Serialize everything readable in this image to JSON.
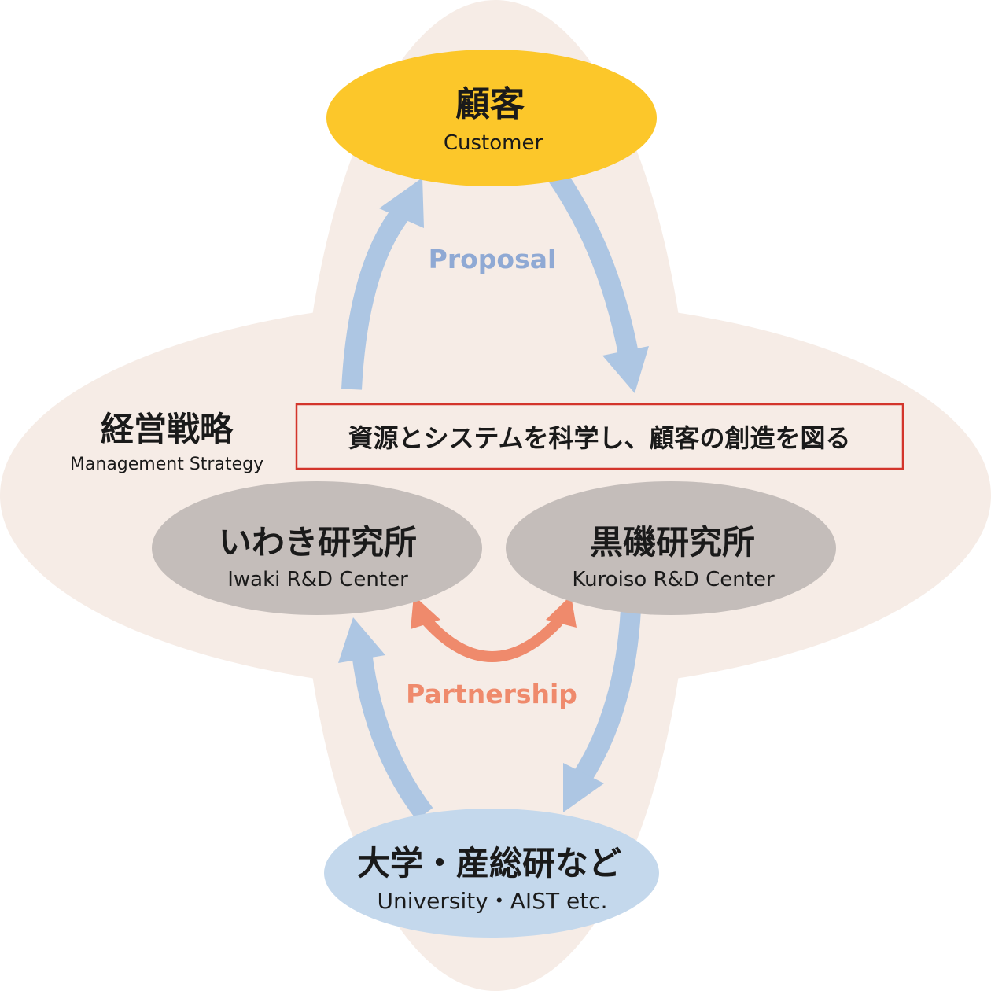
{
  "colors": {
    "background_shape": "#f6ece6",
    "customer_fill": "#fcc72a",
    "center_fill": "#c4bdba",
    "university_fill": "#c4d8ec",
    "flow_arrow": "#adc6e3",
    "proposal_text": "#8fa9d4",
    "partnership_arrow": "#ef8a6c",
    "partnership_text": "#ef8a6c",
    "mission_red": "#d3352b"
  },
  "customer": {
    "title_jp": "顧客",
    "title_en": "Customer"
  },
  "proposal_label": "Proposal",
  "management": {
    "title_jp": "経営戦略",
    "title_en": "Management Strategy"
  },
  "mission": "資源とシステムを科学し、顧客の創造を図る",
  "iwaki": {
    "title_jp": "いわき研究所",
    "title_en": "Iwaki R&D Center"
  },
  "kuroiso": {
    "title_jp": "黒磯研究所",
    "title_en": "Kuroiso R&D Center"
  },
  "partnership_label": "Partnership",
  "university": {
    "title_jp": "大学・産総研など",
    "title_en": "University・AIST etc."
  }
}
